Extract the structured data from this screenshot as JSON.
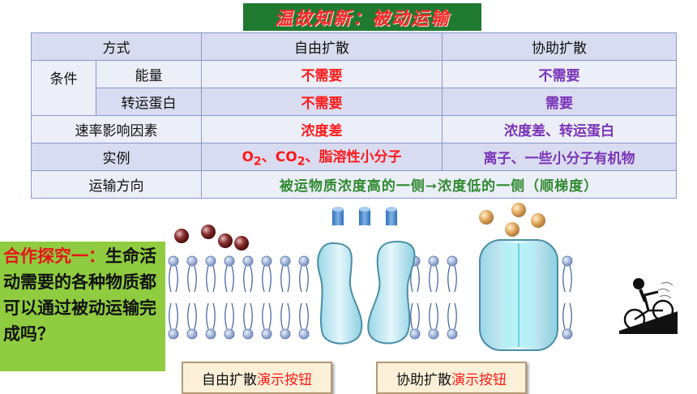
{
  "title": "温故知新：被动运输",
  "table": {
    "header": {
      "col1": "方式",
      "col2": "自由扩散",
      "col3": "协助扩散"
    },
    "condition_label": "条件",
    "rows": [
      {
        "label": "能量",
        "free": "不需要",
        "assisted": "不需要"
      },
      {
        "label": "转运蛋白",
        "free": "不需要",
        "assisted": "需要"
      },
      {
        "label": "速率影响因素",
        "free": "浓度差",
        "assisted": "浓度差、转运蛋白"
      },
      {
        "label": "实例",
        "free_o": "O",
        "free_sub2": "2",
        "free_co": "、CO",
        "free_sub2b": "2",
        "free_rest": "、脂溶性小分子",
        "assisted": "离子、一些小分子有机物"
      },
      {
        "label": "运输方向",
        "merged": "被运物质浓度高的一侧➞浓度低的一侧（顺梯度）"
      }
    ]
  },
  "question": {
    "prefix": "合作探究一：",
    "body": "生命活动需要的各种物质都可以通过被动运输完成吗？"
  },
  "buttons": [
    {
      "black": "自由扩散",
      "red": "演示按钮"
    },
    {
      "black": "协助扩散",
      "red": "演示按钮"
    }
  ],
  "colors": {
    "banner": "#1f7a30",
    "title": "#ff2a2a",
    "table_header": "#d9dcf0",
    "question_bg": "#8fcc40"
  }
}
